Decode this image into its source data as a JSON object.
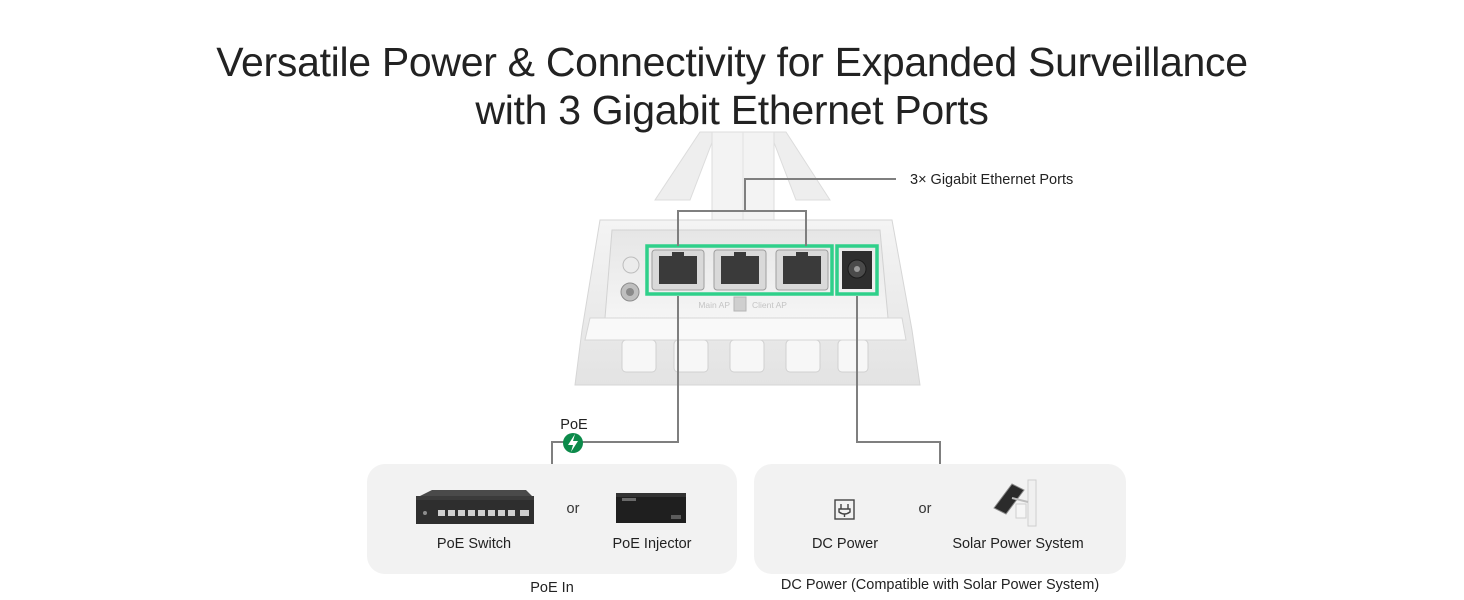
{
  "headline": {
    "line1": "Versatile Power & Connectivity for Expanded Surveillance",
    "line2": "with 3 Gigabit Ethernet Ports"
  },
  "device": {
    "ports_callout": "3× Gigabit Ethernet Ports",
    "switch_left_label": "Main AP",
    "switch_right_label": "Client AP"
  },
  "poe": {
    "badge_label": "PoE",
    "badge_icon": "lightning-bolt-icon",
    "option1": "PoE Switch",
    "or_text": "or",
    "option2": "PoE Injector",
    "caption": "PoE In"
  },
  "dc": {
    "option1": "DC Power",
    "or_text": "or",
    "option2": "Solar Power System",
    "caption": "DC Power (Compatible with Solar Power System)",
    "option1_icon": "power-outlet-icon",
    "option2_icon": "solar-panel-icon"
  },
  "colors": {
    "highlight": "#2fd08a",
    "connector": "#7f7f7f",
    "badge": "#0c8a4a",
    "panel": "#f2f2f2"
  }
}
